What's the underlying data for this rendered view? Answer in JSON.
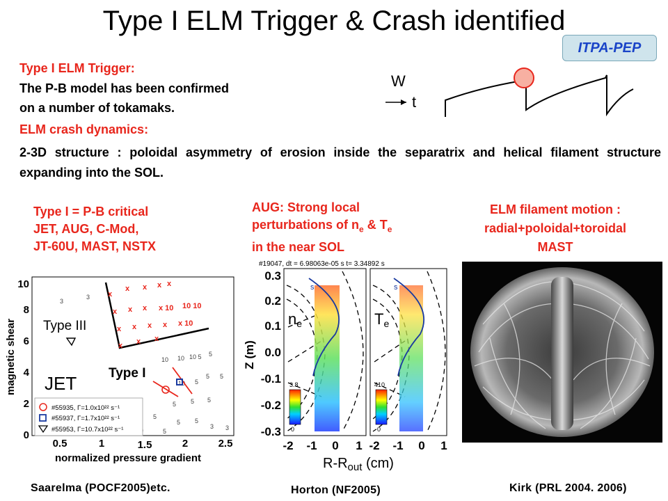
{
  "slide": {
    "title": "Type I ELM Trigger & Crash identified",
    "badge": "ITPA-PEP"
  },
  "trigger": {
    "heading": "Type I ELM Trigger:",
    "line1": "The P-B model has been confirmed",
    "line2": "on a number of tokamaks."
  },
  "crash": {
    "heading": "ELM crash dynamics:",
    "body": "2-3D structure : poloidal asymmetry of erosion inside the separatrix and helical filament structure expanding into the SOL."
  },
  "sketch": {
    "w_label": "W",
    "t_label": "t"
  },
  "panel1": {
    "caption1": "Type I = P-B critical",
    "caption2": "JET, AUG, C-Mod,",
    "caption3": "JT-60U, MAST, NSTX",
    "ylabel": "magnetic shear",
    "xlabel": "normalized pressure gradient",
    "region_type3": "Type III",
    "region_type1": "Type I",
    "machine": "JET",
    "legend": [
      "#55935, Γ=1.0x10²² s⁻¹",
      "#55937, Γ=1.7x10²² s⁻¹",
      "#55953, Γ=10.7x10²² s⁻¹"
    ],
    "xticks": [
      "0.5",
      "1",
      "1.5",
      "2",
      "2.5"
    ],
    "yticks": [
      "0",
      "2",
      "4",
      "6",
      "8",
      "10"
    ],
    "reference": "Saarelma (POCF2005)etc."
  },
  "panel2": {
    "caption1": "AUG: Strong local",
    "caption2a": "perturbations of n",
    "caption2_sub1": "e",
    "caption2b": " & T",
    "caption2_sub2": "e",
    "caption3": "in the near SOL",
    "header": "#19047, dt   = 6.98063e-05 s  t= 3.34892 s",
    "ylabel": "Z (m)",
    "xlabel": "R-R",
    "xlabel_sub": "out",
    "xlabel_unit": " (cm)",
    "yticks": [
      "0.3",
      "0.2",
      "0.1",
      "0.0",
      "-0.1",
      "-0.2",
      "-0.3"
    ],
    "xticks": [
      "-2",
      "-1",
      "0",
      "1"
    ],
    "ne_label": "n",
    "ne_sub": "e",
    "te_label": "T",
    "te_sub": "e",
    "ne_scale_max": "3.8",
    "ne_scale_min": "0",
    "te_scale_max": "410",
    "te_scale_min": "0",
    "reference": "Horton (NF2005)"
  },
  "panel3": {
    "caption1": "ELM filament motion :",
    "caption2": "radial+poloidal+toroidal",
    "caption3": "MAST",
    "reference": "Kirk (PRL 2004. 2006)"
  }
}
